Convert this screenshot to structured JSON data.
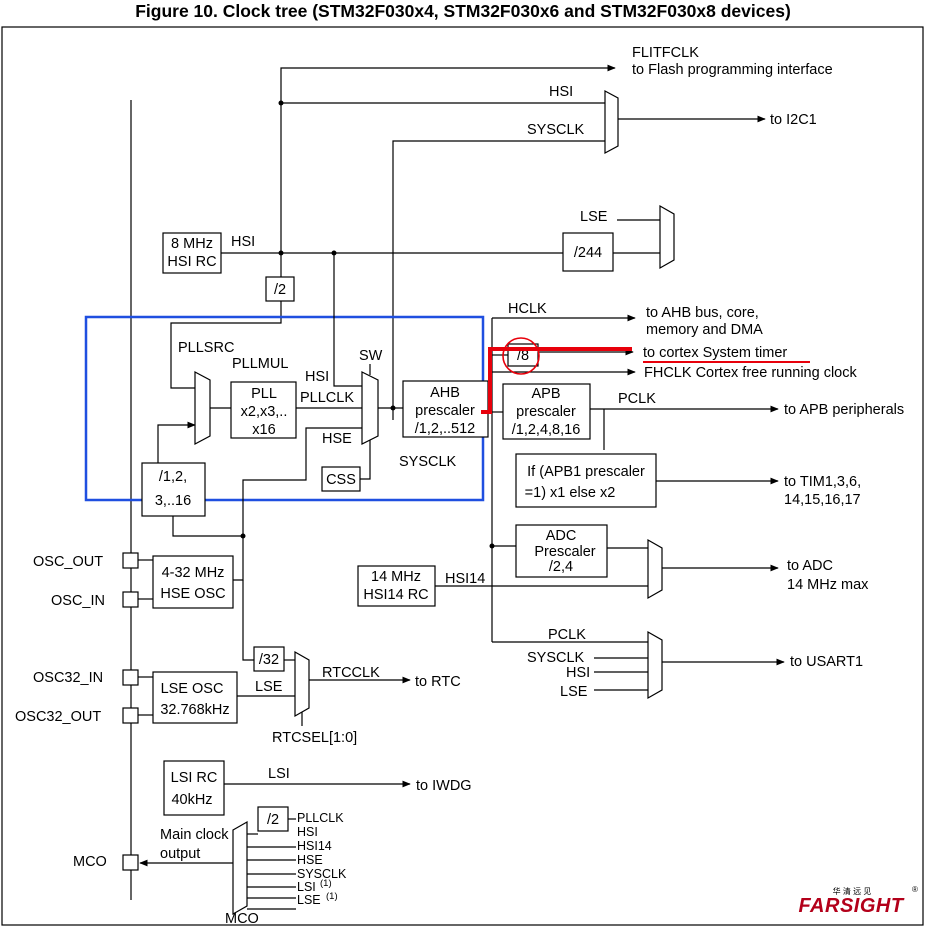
{
  "title": "Figure 10. Clock tree (STM32F030x4, STM32F030x6 and STM32F030x8 devices)",
  "top": {
    "flitfclk": "FLITFCLK",
    "flash_prog": "to Flash programming interface",
    "hsi": "HSI",
    "sysclk": "SYSCLK",
    "to_i2c1": "to I2C1",
    "lse": "LSE",
    "div244": "/244"
  },
  "hsi_rc": {
    "line1": "8 MHz",
    "line2": "HSI RC",
    "out_label": "HSI"
  },
  "div2_top": "/2",
  "pll": {
    "pllsrc": "PLLSRC",
    "pllmul": "PLLMUL",
    "pll_line1": "PLL",
    "pll_line2": "x2,x3,..",
    "pll_line3": "x16",
    "prediv_line1": "/1,2,",
    "prediv_line2": "3,..16",
    "hsi": "HSI",
    "pllclk": "PLLCLK",
    "hse": "HSE",
    "sw": "SW",
    "css": "CSS",
    "sysclk": "SYSCLK"
  },
  "ahb": {
    "line1": "AHB",
    "line2": "prescaler",
    "line3": "/1,2,..512",
    "hclk": "HCLK",
    "to_ahb_line1": "to AHB bus, core,",
    "to_ahb_line2": "memory and DMA",
    "div8": "/8",
    "to_systimer": "to cortex System timer",
    "fhclk": "FHCLK Cortex free running clock"
  },
  "apb": {
    "line1": "APB",
    "line2": "prescaler",
    "line3": "/1,2,4,8,16",
    "pclk": "PCLK",
    "to_apb": "to APB peripherals"
  },
  "tim": {
    "line1": "If (APB1 prescaler",
    "line2": "=1) x1 else x2",
    "to_line1": "to TIM1,3,6,",
    "to_line2": "14,15,16,17"
  },
  "adc": {
    "line1": "ADC",
    "line2": "Prescaler",
    "line3": "/2,4",
    "to_line1": "to ADC",
    "to_line2": "14 MHz max"
  },
  "hsi14": {
    "line1": "14 MHz",
    "line2": "HSI14 RC",
    "out_label": "HSI14"
  },
  "usart": {
    "pclk": "PCLK",
    "sysclk": "SYSCLK",
    "hsi": "HSI",
    "lse": "LSE",
    "to_usart": "to USART1"
  },
  "hse_osc": {
    "line1": "4-32 MHz",
    "line2": "HSE OSC",
    "osc_out": "OSC_OUT",
    "osc_in": "OSC_IN"
  },
  "rtc": {
    "div32": "/32",
    "rtcclk": "RTCCLK",
    "to_rtc": "to RTC",
    "lse": "LSE",
    "rtcsel": "RTCSEL[1:0]"
  },
  "lse_osc": {
    "line1": "LSE OSC",
    "line2": "32.768kHz",
    "osc32_in": "OSC32_IN",
    "osc32_out": "OSC32_OUT"
  },
  "lsi": {
    "line1": "LSI RC",
    "line2": "40kHz",
    "out_label": "LSI",
    "to_iwdg": "to IWDG"
  },
  "mco": {
    "div2": "/2",
    "inputs": [
      "PLLCLK",
      "HSI",
      "HSI14",
      "HSE",
      "SYSCLK",
      "LSI",
      "LSE"
    ],
    "note": "(1)",
    "main_line1": "Main clock",
    "main_line2": "output",
    "pin": "MCO",
    "mux": "MCO"
  },
  "logo": {
    "text": "FARSIGHT",
    "cn": "华 清 远 见",
    "reg": "®"
  },
  "colors": {
    "highlight_box": "#1f4fe0",
    "annotation": "#e8000b"
  }
}
